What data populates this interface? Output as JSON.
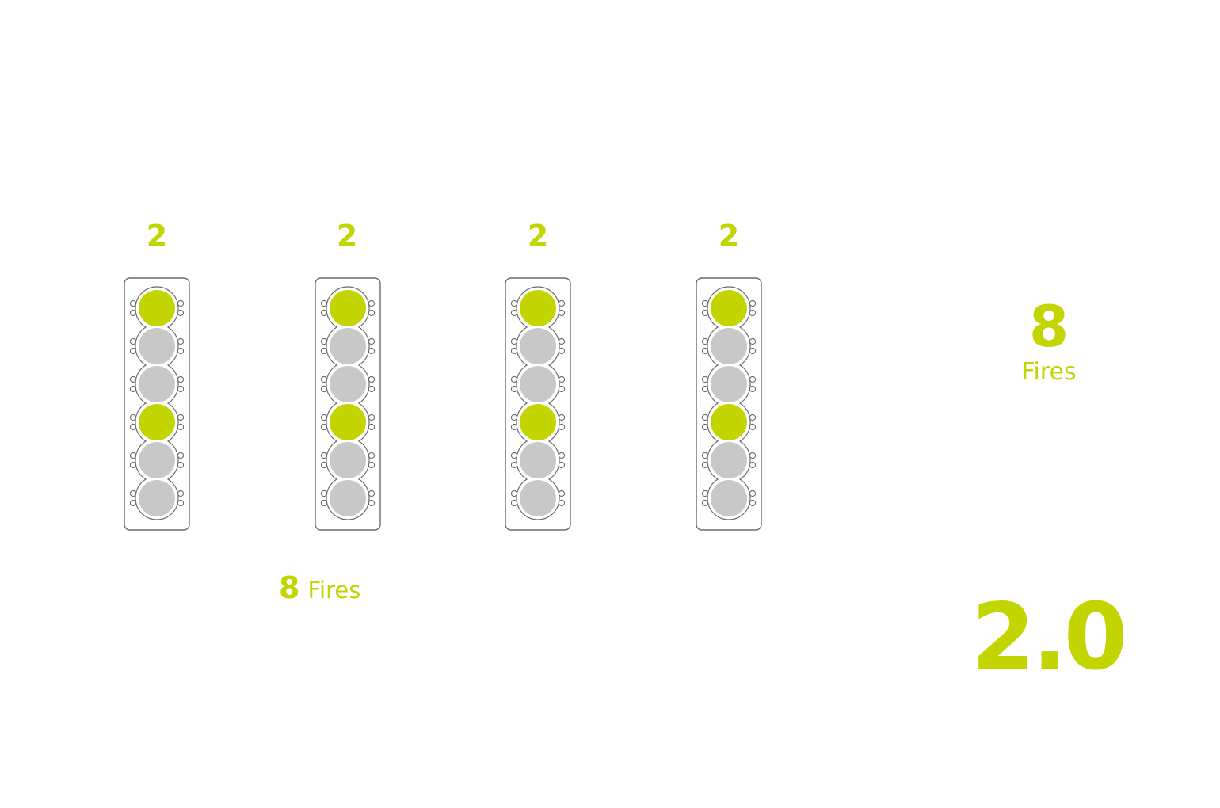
{
  "colors": {
    "active": "#c2d500",
    "inactive": "#c8c8c8",
    "outline": "#6b6b6b",
    "text": "#c2d500"
  },
  "heads": [
    {
      "label": "2",
      "cylinders": [
        true,
        false,
        false,
        true,
        false,
        false
      ]
    },
    {
      "label": "2",
      "cylinders": [
        true,
        false,
        false,
        true,
        false,
        false
      ]
    },
    {
      "label": "2",
      "cylinders": [
        true,
        false,
        false,
        true,
        false,
        false
      ]
    },
    {
      "label": "2",
      "cylinders": [
        true,
        false,
        false,
        true,
        false,
        false
      ]
    }
  ],
  "bottom_total": {
    "value": "8",
    "label": "Fires"
  },
  "side_total": {
    "value": "8",
    "label": "Fires"
  },
  "ratio": "2.0"
}
